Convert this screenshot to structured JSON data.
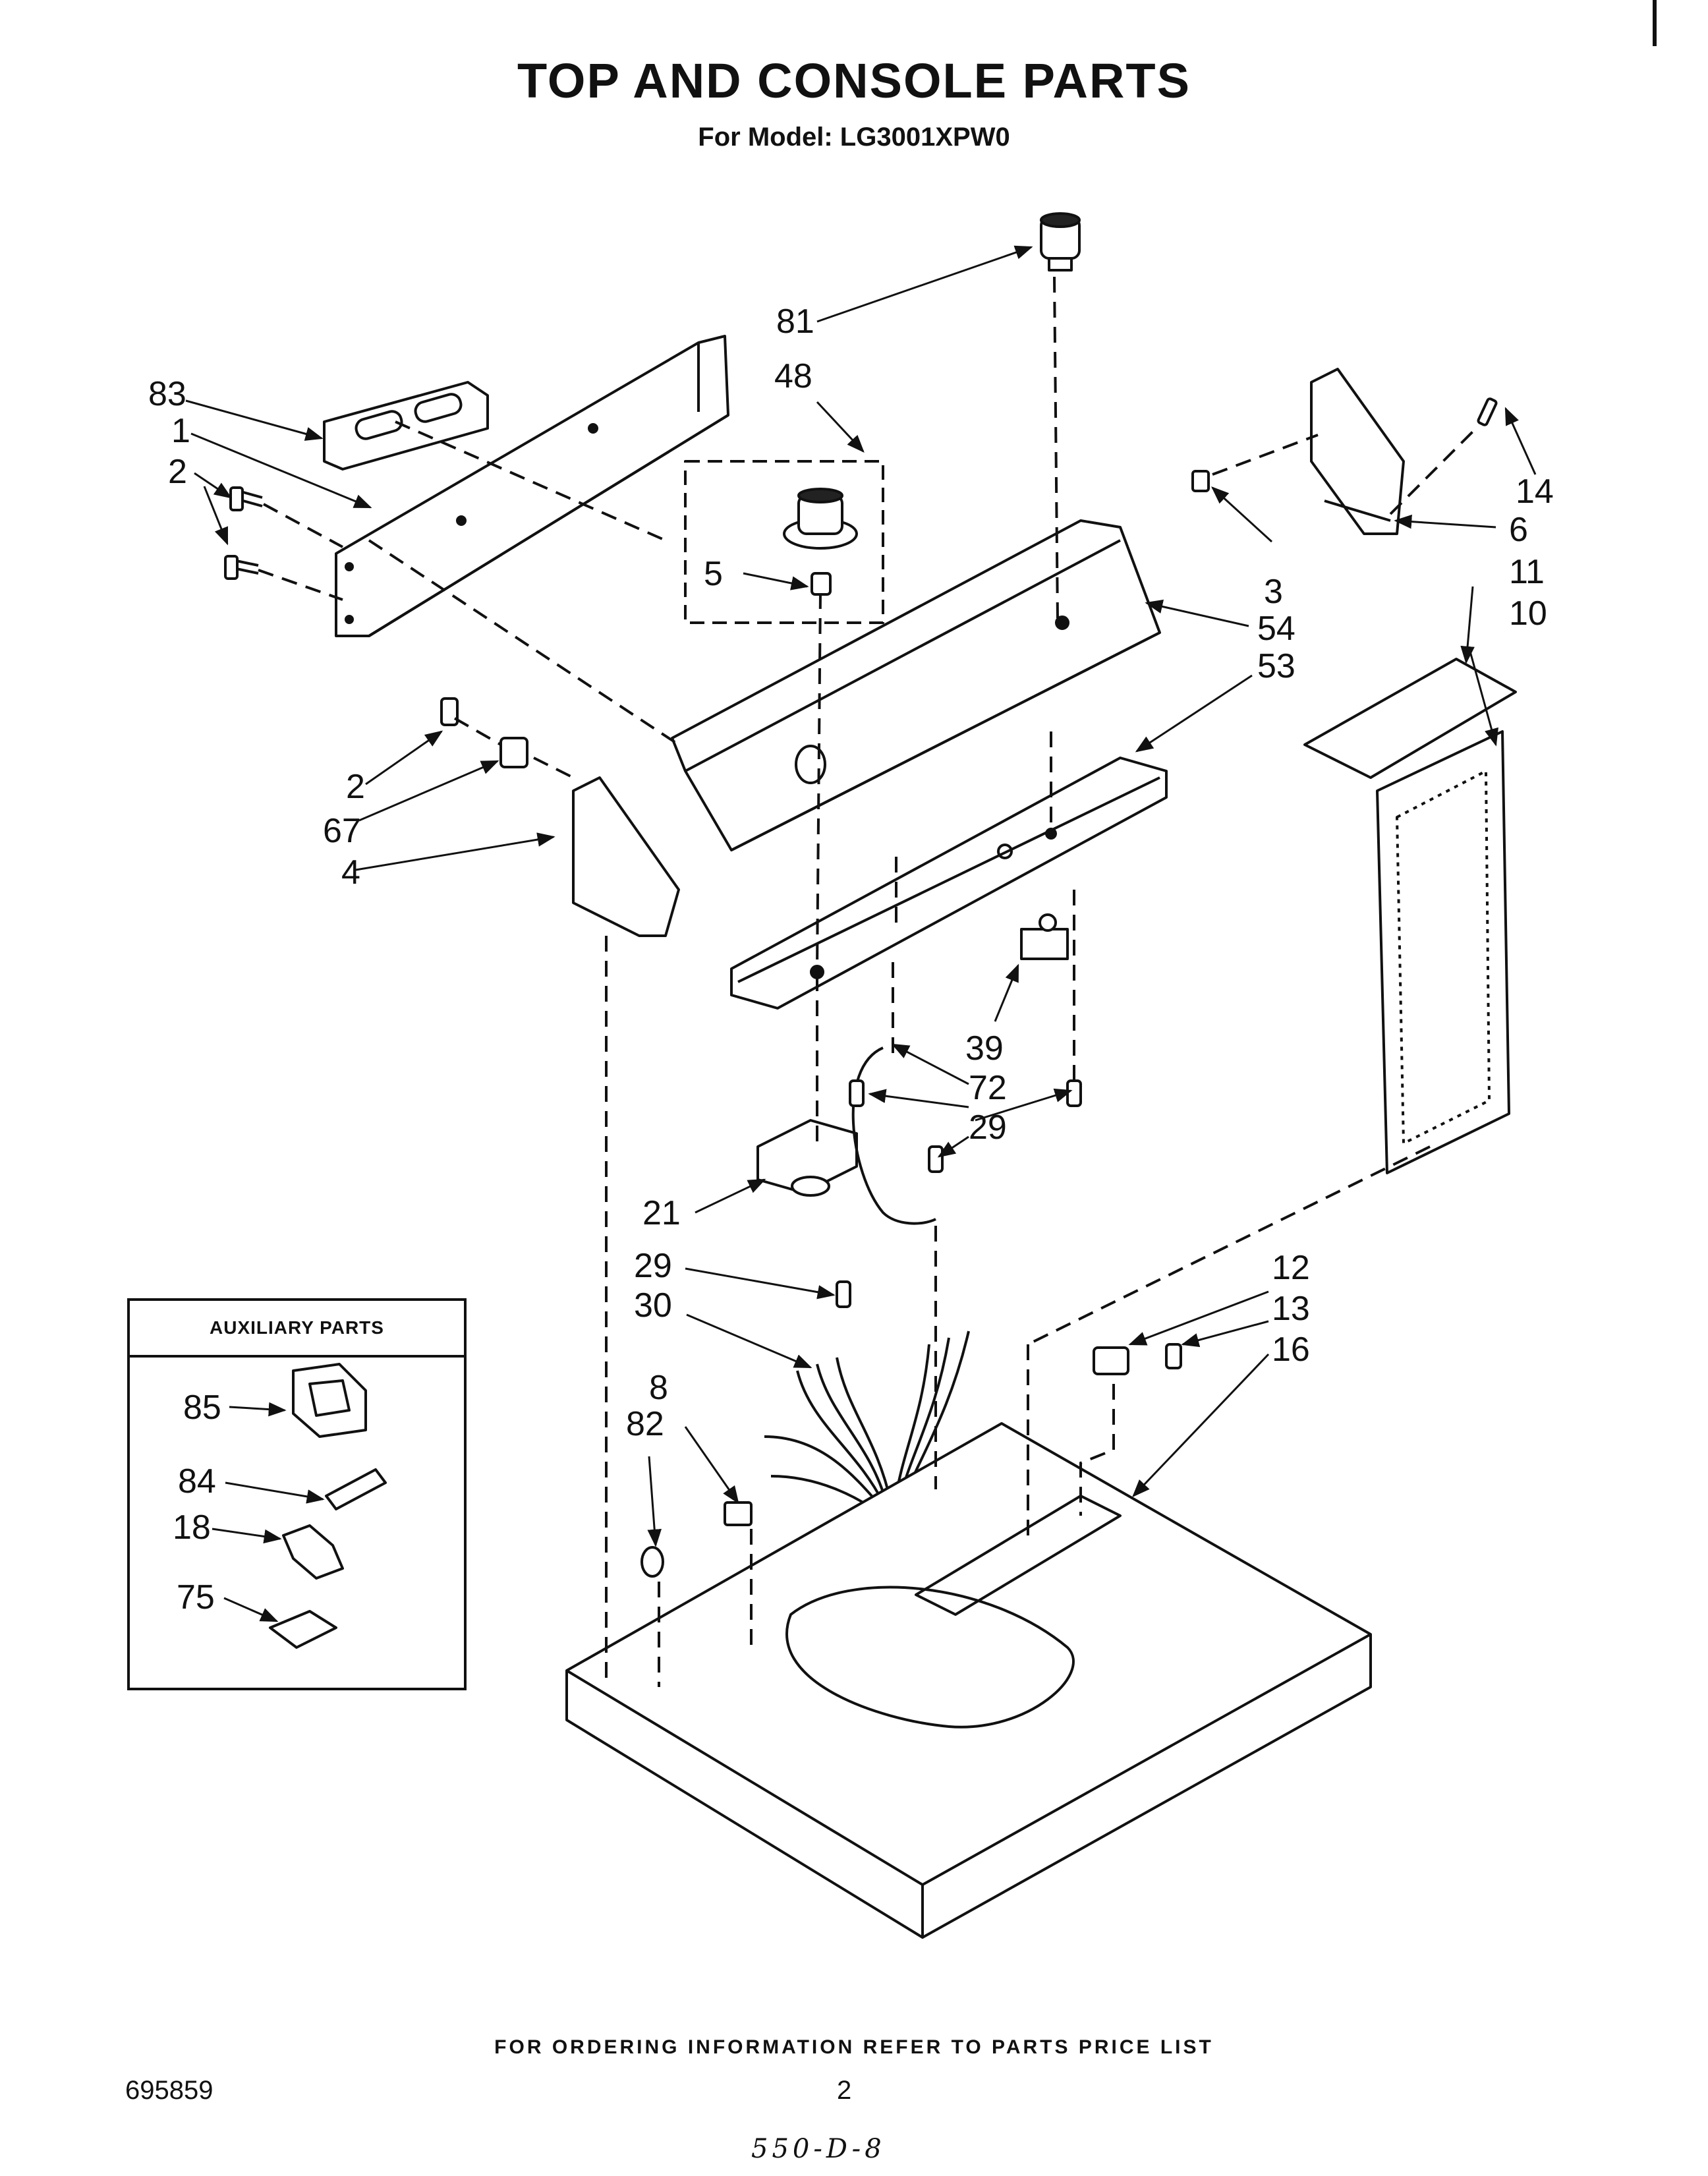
{
  "header": {
    "title": "TOP AND CONSOLE PARTS",
    "subtitle": "For Model: LG3001XPW0"
  },
  "callouts": {
    "c81": "81",
    "c48": "48",
    "c83": "83",
    "c1": "1",
    "c2a": "2",
    "c5": "5",
    "c14": "14",
    "c6": "6",
    "c3": "3",
    "c54": "54",
    "c11": "11",
    "c10": "10",
    "c53": "53",
    "c2b": "2",
    "c67": "67",
    "c4": "4",
    "c39": "39",
    "c72": "72",
    "c29a": "29",
    "c21": "21",
    "c29b": "29",
    "c30": "30",
    "c12": "12",
    "c13": "13",
    "c16": "16",
    "c8": "8",
    "c82": "82"
  },
  "auxiliary": {
    "title": "AUXILIARY PARTS",
    "c85": "85",
    "c84": "84",
    "c18": "18",
    "c75": "75"
  },
  "footer": {
    "ordering": "FOR ORDERING INFORMATION REFER TO PARTS PRICE LIST",
    "doc_number": "695859",
    "page": "2",
    "handwritten": "550-D-8"
  }
}
